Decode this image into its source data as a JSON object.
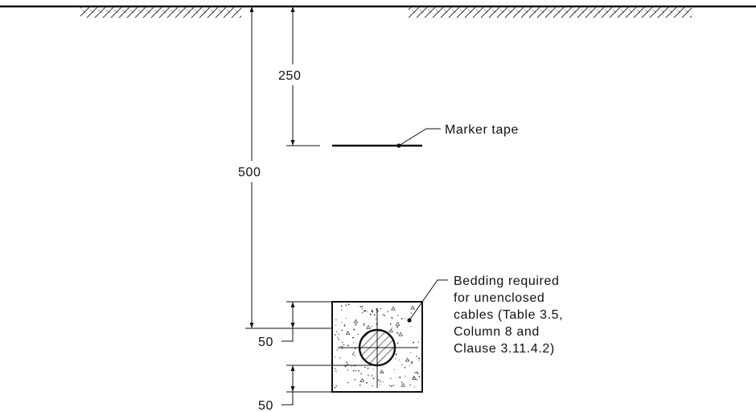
{
  "dimensions": {
    "cover_to_tape": "250",
    "cover_to_cable": "500",
    "bedding_above": "50",
    "bedding_below": "50"
  },
  "labels": {
    "marker_tape": "Marker tape",
    "bedding_note": [
      "Bedding required",
      "for unenclosed",
      "cables (Table 3.5,",
      "Column 8 and",
      "Clause 3.11.4.2)"
    ]
  },
  "colors": {
    "line": "#111111",
    "background": "#ffffff"
  }
}
